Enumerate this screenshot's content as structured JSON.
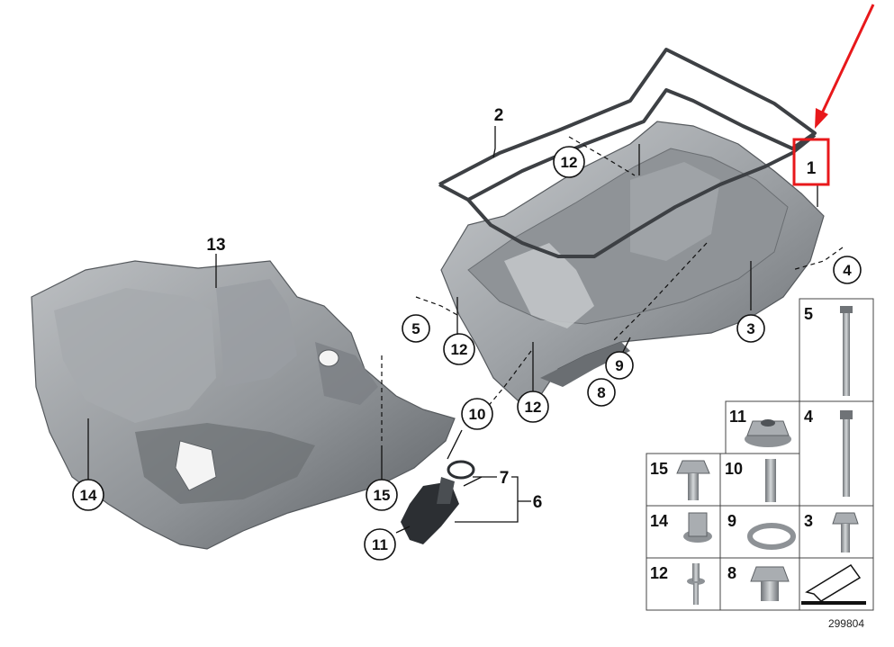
{
  "diagram": {
    "reference_number": "299804",
    "callouts": {
      "c1": "1",
      "c2": "2",
      "c3": "3",
      "c4": "4",
      "c5": "5",
      "c6": "6",
      "c7": "7",
      "c8": "8",
      "c9": "9",
      "c10": "10",
      "c11": "11",
      "c12a": "12",
      "c12b": "12",
      "c12c": "12",
      "c13": "13",
      "c14": "14",
      "c15": "15"
    },
    "parts_grid": {
      "g5": "5",
      "g11": "11",
      "g4": "4",
      "g15": "15",
      "g10": "10",
      "g14": "14",
      "g9": "9",
      "g3": "3",
      "g12": "12",
      "g8": "8"
    },
    "colors": {
      "highlight": "#e8181b",
      "metal_light": "#b9bcbf",
      "metal_mid": "#8e9296",
      "metal_dark": "#5d6165",
      "gasket": "#3d4044",
      "sensor": "#2c2f33"
    }
  }
}
